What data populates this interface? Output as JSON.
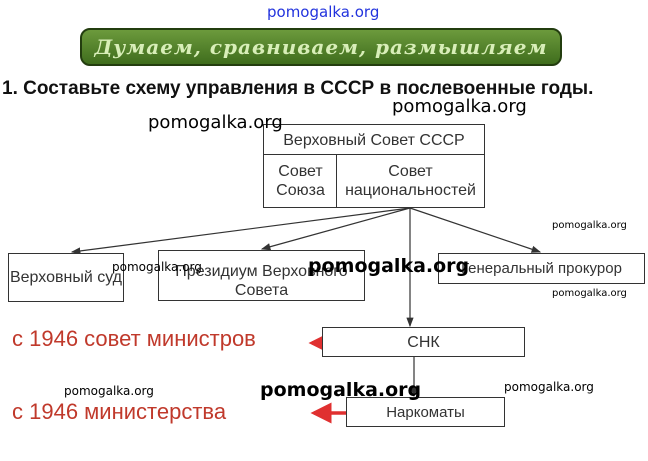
{
  "watermarks": {
    "top": "pomogalka.org",
    "w1": "pomogalka.org",
    "w2": "pomogalka.org",
    "w3": "pomogalka.org",
    "w4": "pomogalka.org",
    "w5": "pomogalka.org",
    "w6": "pomogalka.org",
    "w7": "pomogalka.org",
    "w8": "pomogalka.org",
    "w9": "pomogalka.org"
  },
  "banner": "Думаем, сравниваем, размышляем",
  "task": "1. Составьте схему управления в СССР в послевоенные годы.",
  "diagram": {
    "supreme_soviet": "Верховный Совет СССР",
    "soviet_union": "Совет Союза",
    "soviet_nationalities": "Совет национальностей",
    "supreme_court": "Верховный суд",
    "presidium": "Президиум Верховного Совета",
    "prosecutor": "Генеральный прокурор",
    "snk": "СНК",
    "narkomaty": "Наркоматы"
  },
  "annotations": {
    "council": "с 1946 совет министров",
    "ministries": "с 1946 министерства"
  },
  "colors": {
    "banner": "#4f7f2a",
    "annotation": "#c0392b"
  }
}
